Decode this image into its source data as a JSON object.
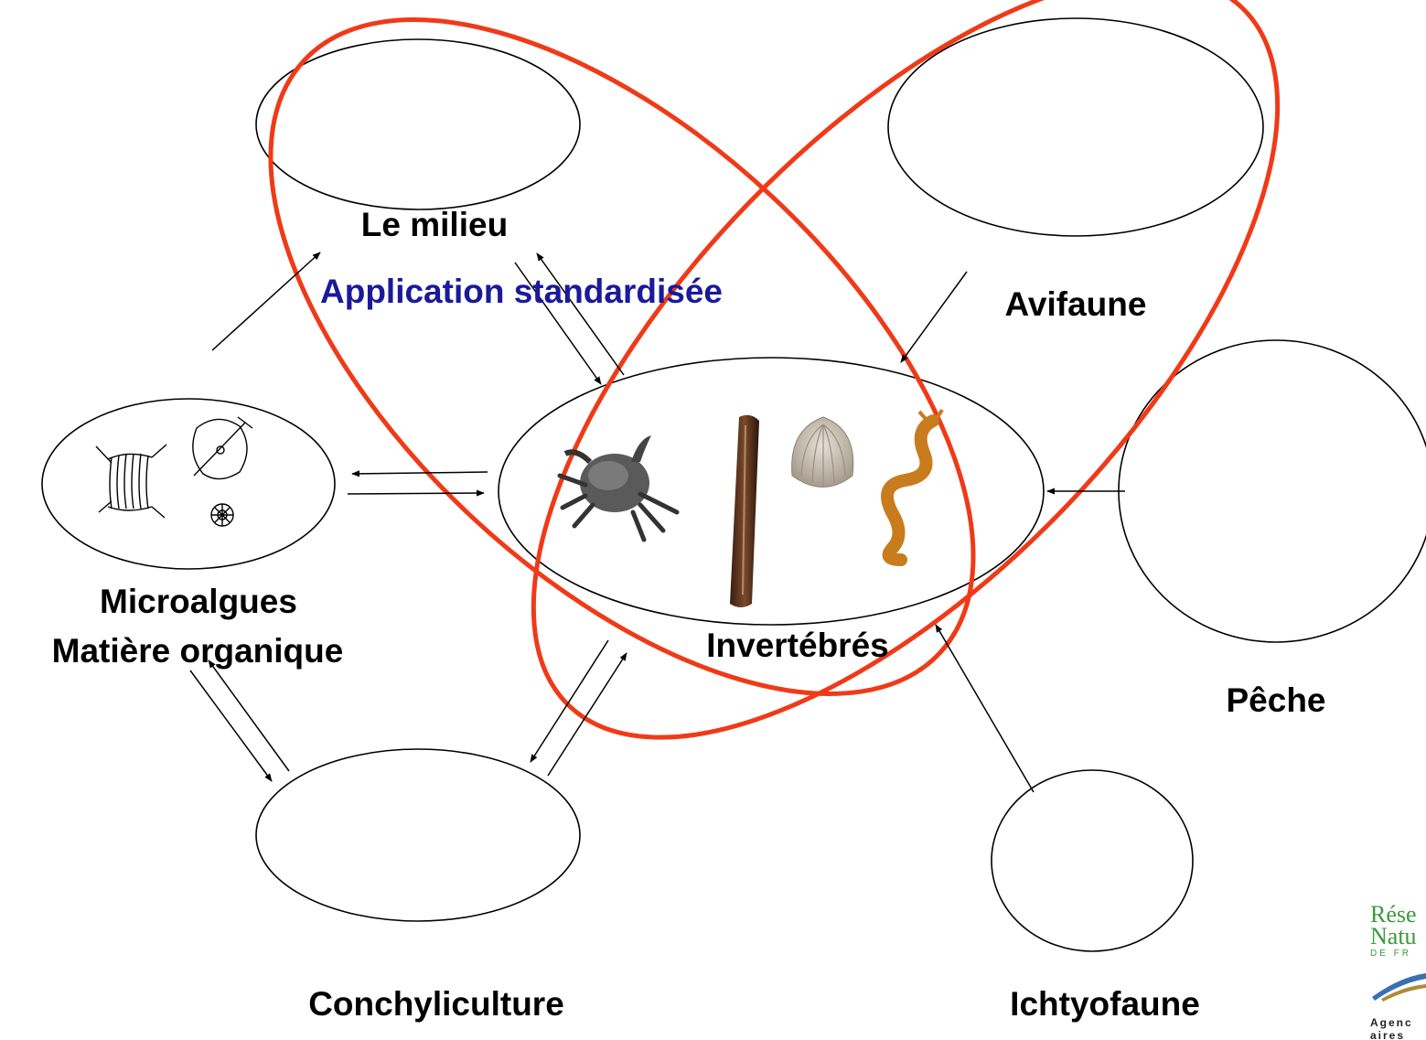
{
  "nodes": {
    "milieu": "Le milieu",
    "avifaune": "Avifaune",
    "invertebres": "Invertébrés",
    "microalgues_line1": "Microalgues",
    "microalgues_line2": "Matière organique",
    "peche": "Pêche",
    "conchyliculture": "Conchyliculture",
    "ichtyofaune": "Ichtyofaune"
  },
  "highlight_label": "Application standardisée",
  "colors": {
    "highlight_stroke": "#f03a17",
    "highlight_text": "#1a1a9a",
    "node_stroke": "#000000",
    "logo_green": "#3a9a3a"
  },
  "logos": {
    "reserves_line1": "Rése",
    "reserves_line2": "Natu",
    "reserves_line3": "DE FR",
    "agency_line1": "Agenc",
    "agency_line2": "aires"
  }
}
